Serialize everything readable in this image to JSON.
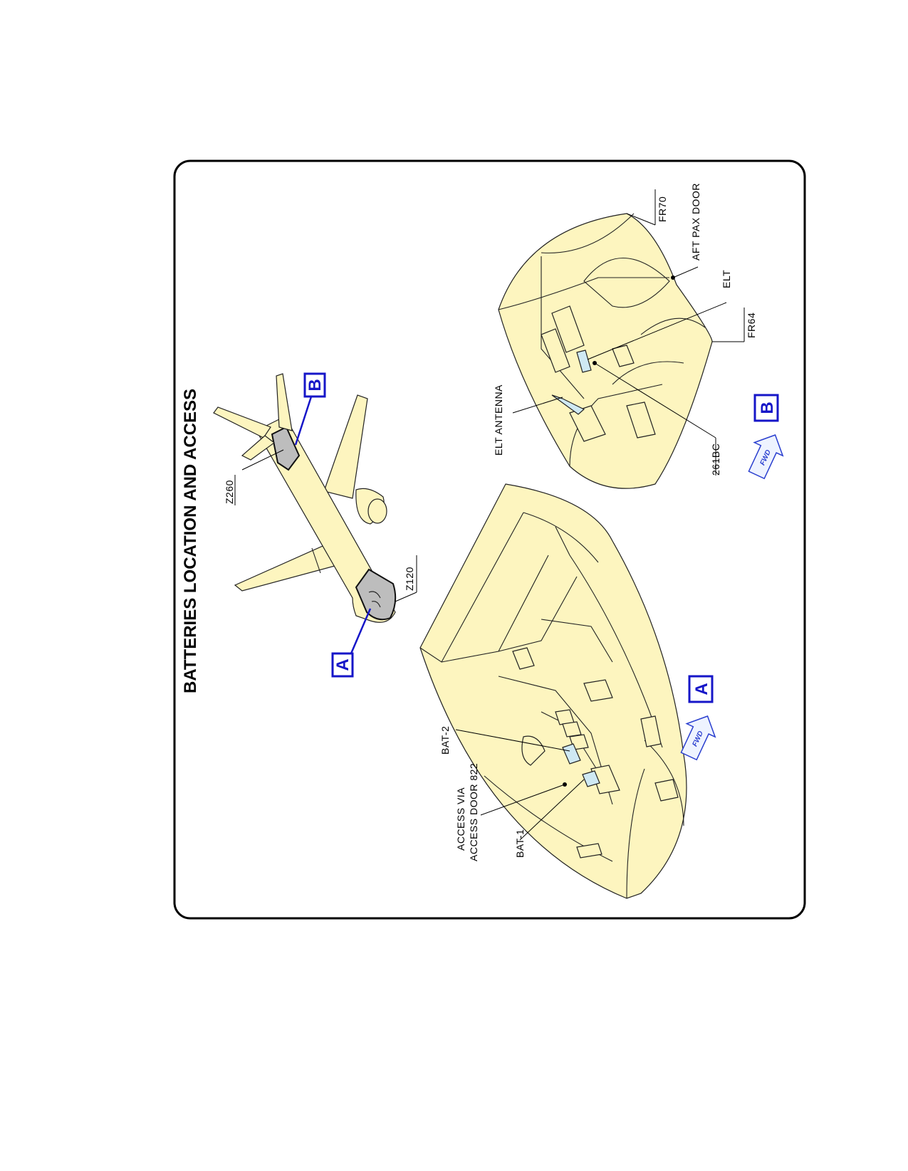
{
  "title": "BATTERIES LOCATION AND ACCESS",
  "callouts": {
    "a": "A",
    "b": "B"
  },
  "zones": {
    "z120": "Z120",
    "z260": "Z260"
  },
  "view_a": {
    "bat1": "BAT-1",
    "bat2": "BAT-2",
    "access_line1": "ACCESS VIA",
    "access_line2": "ACCESS DOOR 822",
    "fwd": "FWD"
  },
  "view_b": {
    "elt_antenna": "ELT ANTENNA",
    "elt": "ELT",
    "aft_pax_door": "AFT PAX DOOR",
    "fr70": "FR70",
    "fr64": "FR64",
    "panel": "261BC",
    "fwd": "FWD"
  },
  "colors": {
    "fill": "#fdf5bf",
    "callout": "#1616c8",
    "highlight": "#cfe9f3"
  }
}
